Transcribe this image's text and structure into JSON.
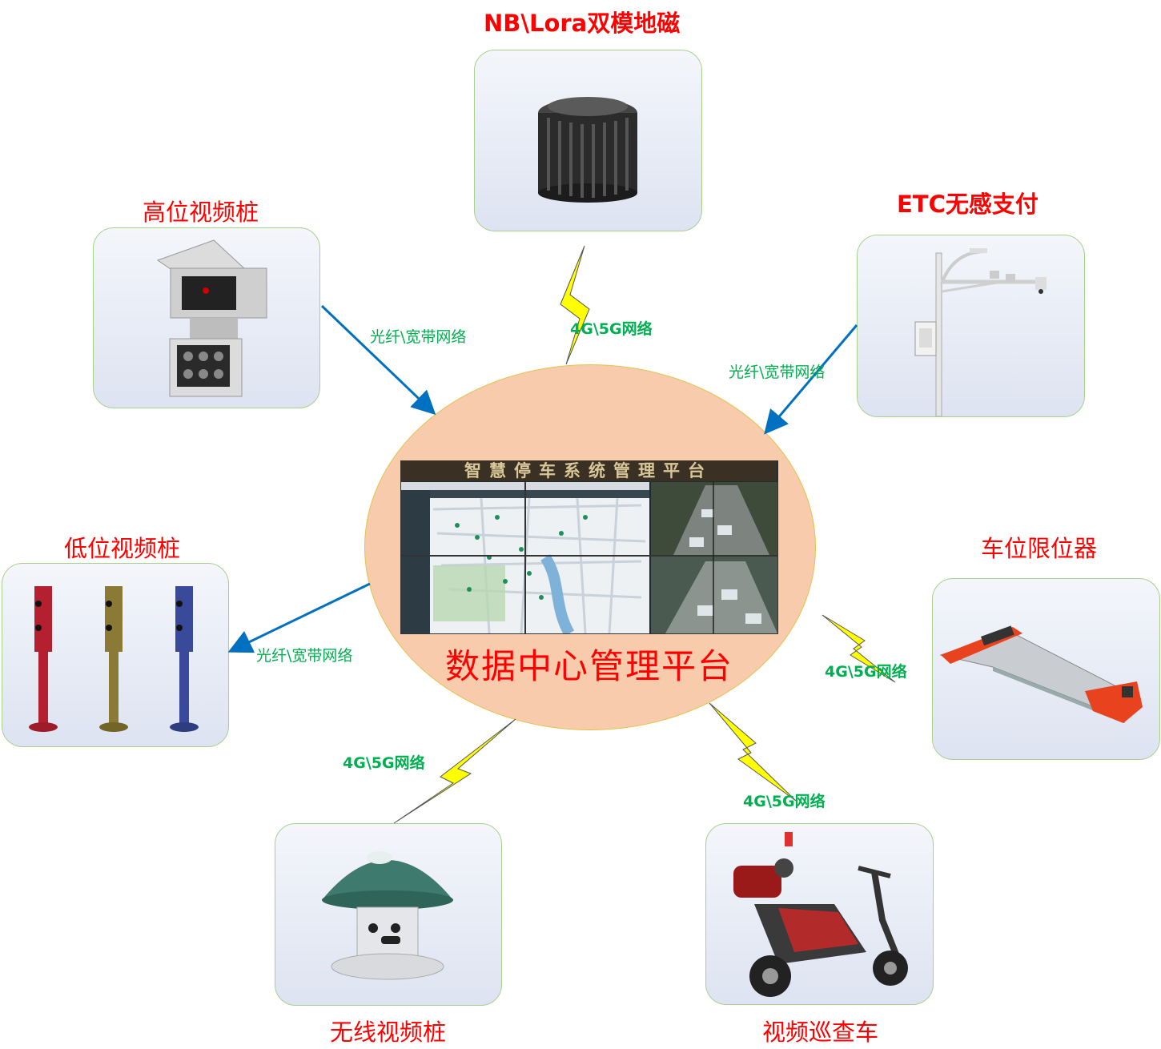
{
  "center": {
    "screen_title": "智慧停车系统管理平台",
    "label": "数据中心管理平台"
  },
  "devices": {
    "geomagnetic": "NB\\Lora双模地磁",
    "high_pole": "高位视频桩",
    "etc": "ETC无感支付",
    "low_pole": "低位视频桩",
    "limiter": "车位限位器",
    "wireless_pole": "无线视频桩",
    "patrol": "视频巡查车"
  },
  "networks": {
    "high_pole": "光纤\\宽带网络",
    "geomagnetic": "4G\\5G网络",
    "etc": "光纤\\宽带网络",
    "low_pole": "光纤\\宽带网络",
    "limiter": "4G\\5G网络",
    "wireless_pole": "4G\\5G网络",
    "patrol": "4G\\5G网络"
  },
  "colors": {
    "title": "#ff0000",
    "network": "#00b050",
    "arrow": "#0070c0",
    "lightning": "#ffff00",
    "center_fill": "#f8cbad",
    "card_border": "#a9d18e"
  }
}
